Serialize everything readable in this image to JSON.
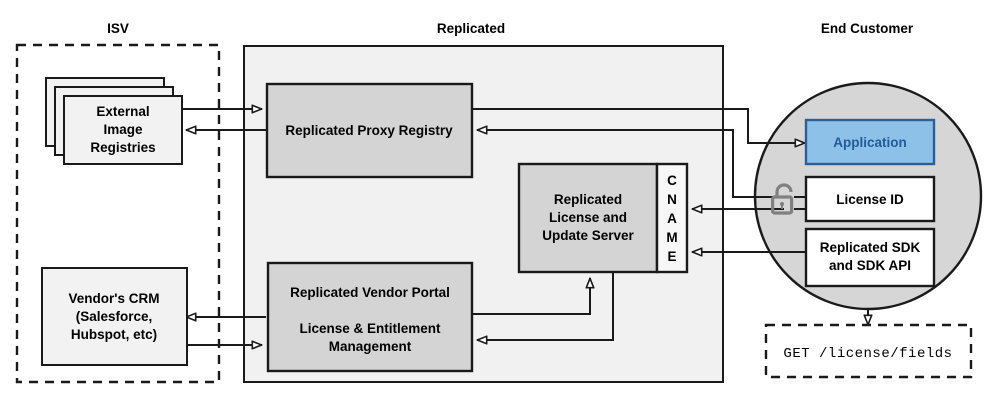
{
  "diagram": {
    "title_groups": [
      {
        "id": "isv",
        "label": "ISV"
      },
      {
        "id": "replicated",
        "label": "Replicated"
      },
      {
        "id": "end_customer",
        "label": "End Customer"
      }
    ],
    "colors": {
      "stroke": "#1a1a1a",
      "container_fill": "#f1f1f1",
      "node_fill": "#d4d4d4",
      "light_fill": "#f2f2f2",
      "circle_fill": "#d6d6d6",
      "accent_fill": "#8ec1e8",
      "accent_stroke": "#2a6099",
      "accent_text": "#1f5c99",
      "lock_gray": "#808080",
      "white": "#ffffff"
    },
    "nodes": {
      "external_registries": {
        "label_lines": [
          "External",
          "Image",
          "Registries"
        ],
        "stacked": true,
        "stack_count": 3
      },
      "vendor_crm": {
        "label_lines": [
          "Vendor's CRM",
          "(Salesforce,",
          "Hubspot, etc)"
        ]
      },
      "proxy_registry": {
        "label_lines": [
          "Replicated Proxy Registry"
        ]
      },
      "license_update_server": {
        "label_lines": [
          "Replicated",
          "License and",
          "Update Server"
        ]
      },
      "cname": {
        "label_letters": [
          "C",
          "N",
          "A",
          "M",
          "E"
        ],
        "label": "CNAME"
      },
      "vendor_portal": {
        "label_lines": [
          "Replicated Vendor Portal",
          "",
          "License & Entitlement",
          "Management"
        ]
      },
      "application": {
        "label": "Application"
      },
      "license_id": {
        "label": "License ID"
      },
      "sdk": {
        "label_lines": [
          "Replicated SDK",
          "and SDK API"
        ]
      },
      "api_call": {
        "label": "GET /license/fields"
      },
      "lock": {
        "icon": "open-padlock-icon"
      }
    }
  }
}
